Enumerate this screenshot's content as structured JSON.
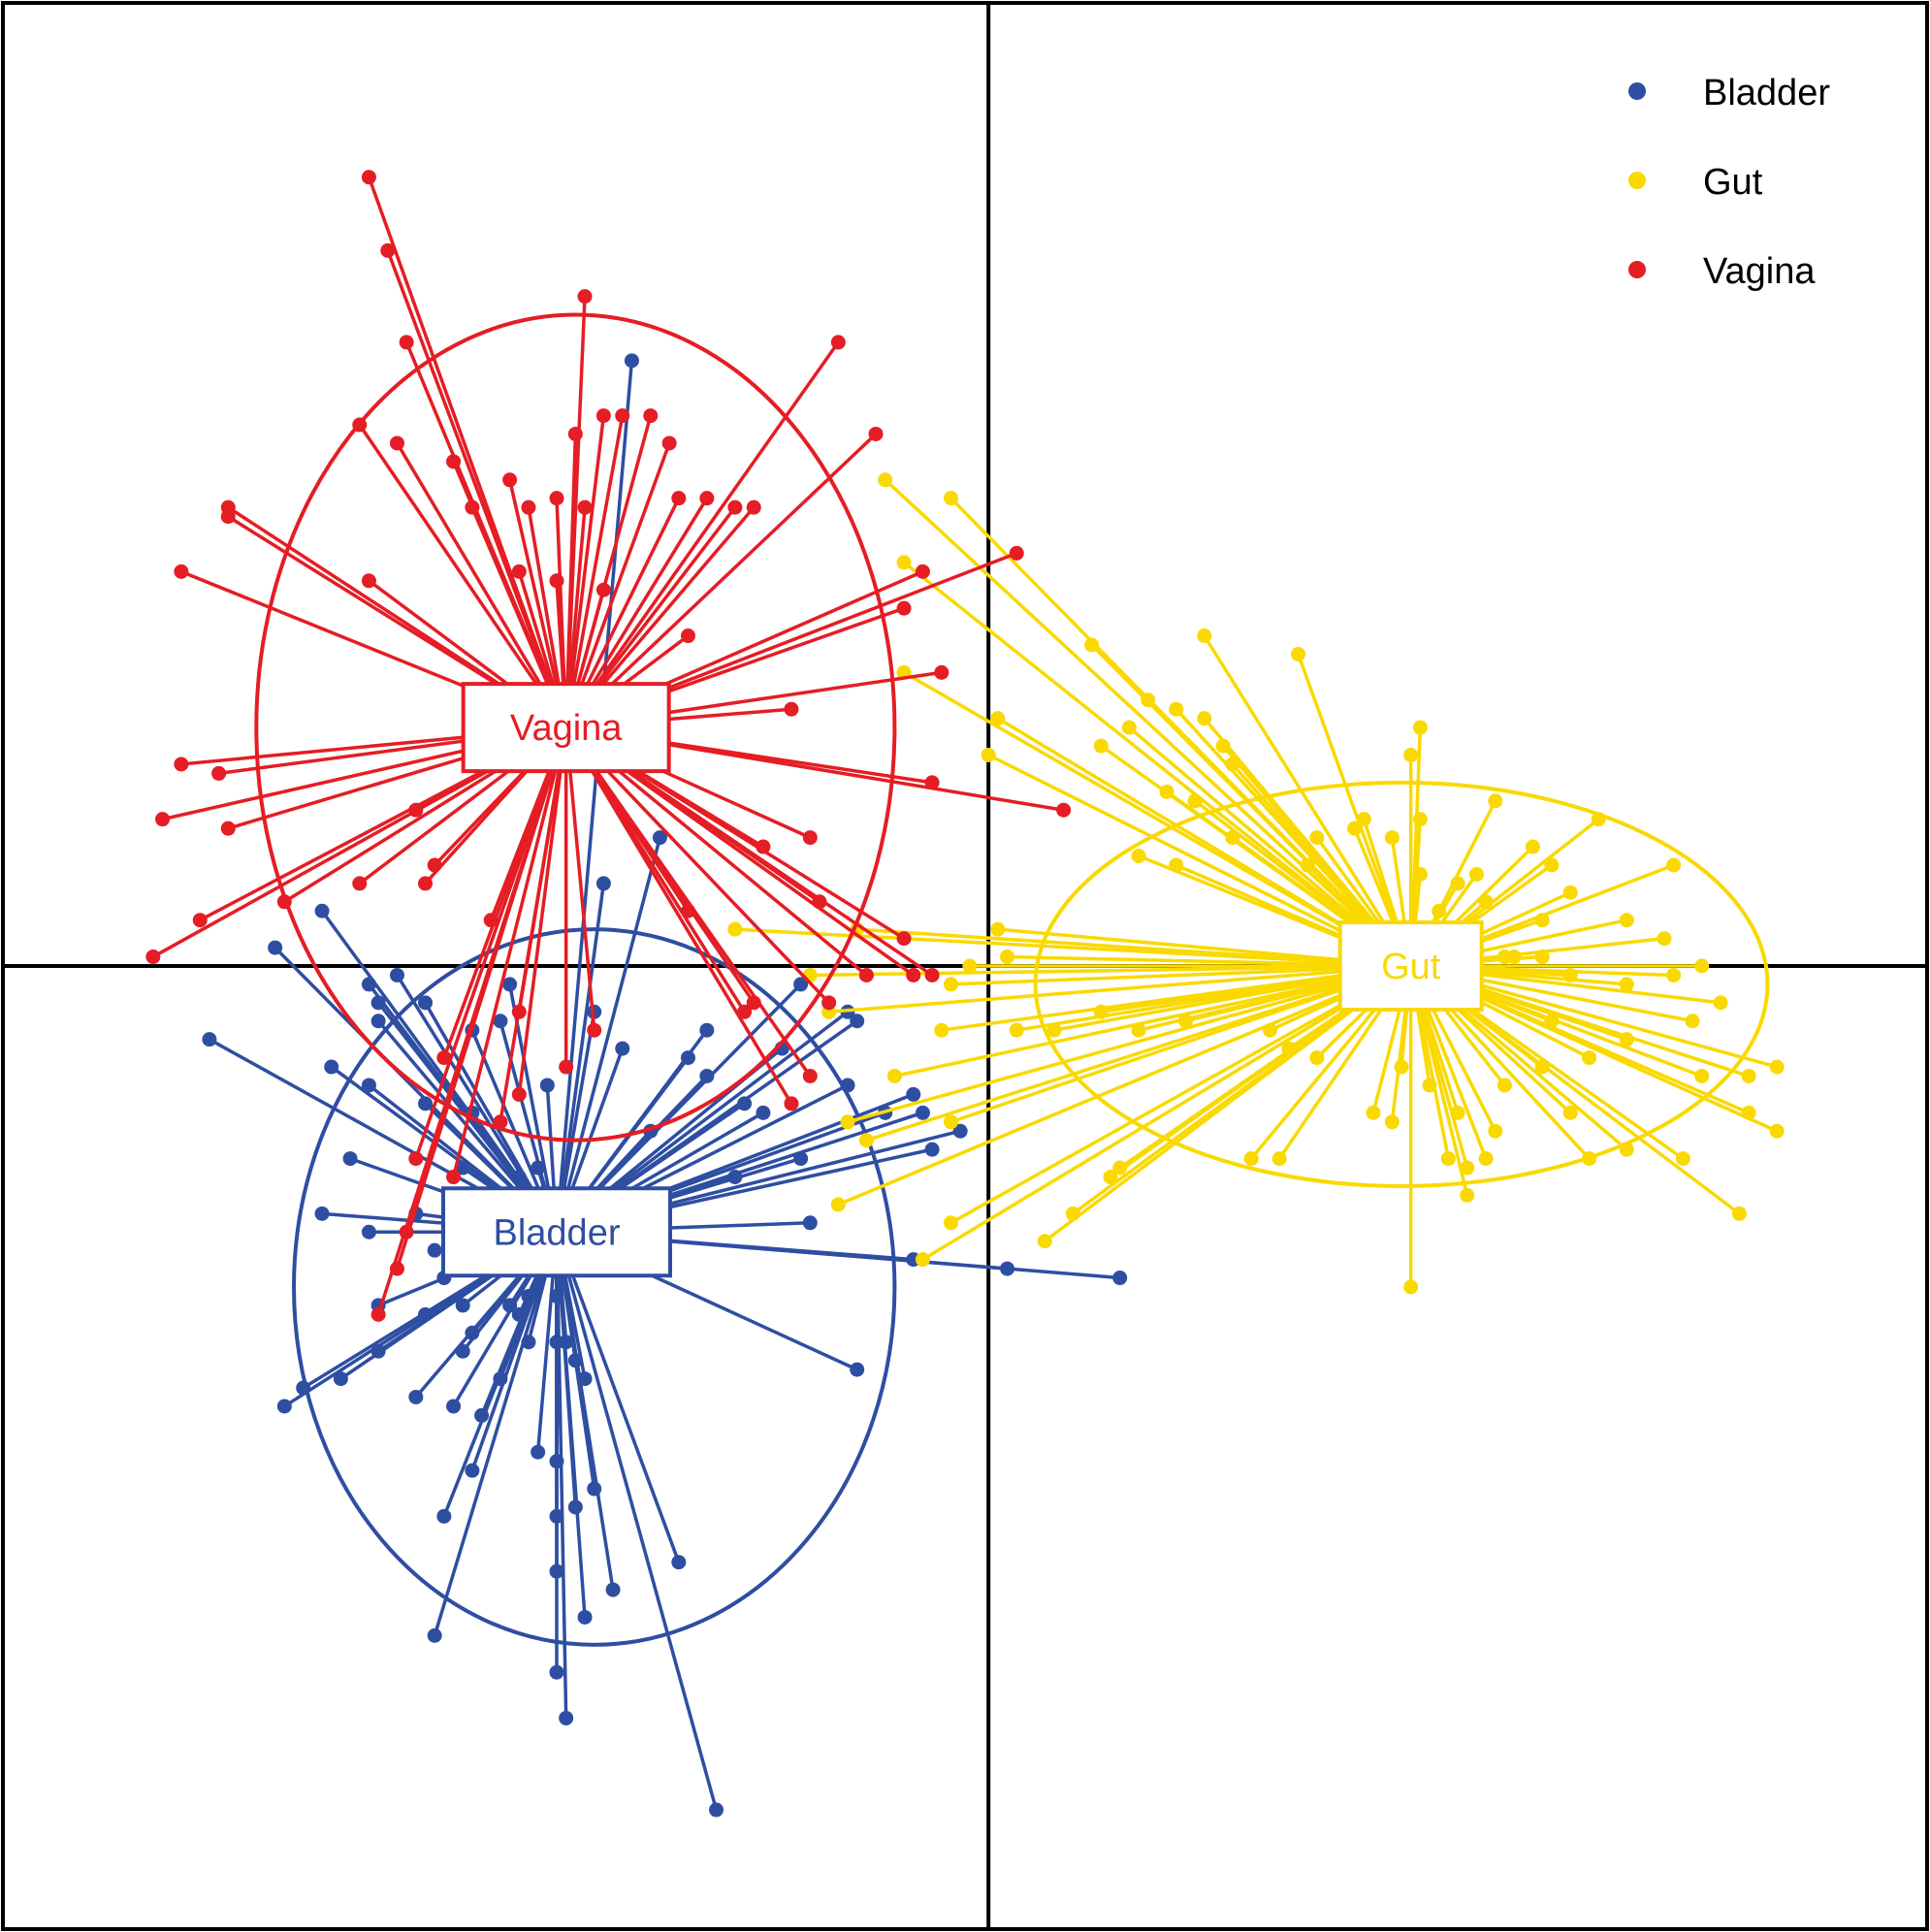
{
  "chart_data": {
    "type": "scatter",
    "subtype": "between-class PCA star plot with confidence ellipses",
    "title": "",
    "xlabel": "",
    "ylabel": "",
    "xlim": [
      -10.5,
      10
    ],
    "ylim": [
      -10.5,
      10.5
    ],
    "grid": false,
    "axes_lines_at_origin": true,
    "legend_position": "top-right",
    "legend": [
      {
        "name": "Bladder",
        "color": "#2e4ea2"
      },
      {
        "name": "Gut",
        "color": "#f9d900"
      },
      {
        "name": "Vagina",
        "color": "#e51d24"
      }
    ],
    "series": [
      {
        "name": "Bladder",
        "color": "#2e4ea2",
        "centroid": [
          -4.6,
          -2.9
        ],
        "ellipse": {
          "center": [
            -4.2,
            -3.5
          ],
          "rx": 3.2,
          "ry": 3.9,
          "angle": 0
        },
        "points": [
          [
            -3.8,
            6.6
          ],
          [
            -3.5,
            1.4
          ],
          [
            -4.1,
            0.9
          ],
          [
            -6.5,
            -0.4
          ],
          [
            -6.3,
            -0.1
          ],
          [
            -6.6,
            -0.2
          ],
          [
            -6.5,
            -0.6
          ],
          [
            -6.0,
            -0.4
          ],
          [
            -6.6,
            -1.3
          ],
          [
            -6.0,
            -1.5
          ],
          [
            -5.5,
            -1.6
          ],
          [
            -5.6,
            -2.2
          ],
          [
            -4.7,
            -1.3
          ],
          [
            -5.0,
            -2.3
          ],
          [
            -8.3,
            -0.8
          ],
          [
            -7.1,
            0.6
          ],
          [
            -7.6,
            0.2
          ],
          [
            -7.0,
            -1.1
          ],
          [
            -5.5,
            -0.7
          ],
          [
            -4.8,
            -2.2
          ],
          [
            -3.0,
            -0.7
          ],
          [
            -2.0,
            -0.2
          ],
          [
            -1.5,
            -0.5
          ],
          [
            -1.4,
            -0.6
          ],
          [
            -2.2,
            -0.9
          ],
          [
            -2.6,
            -1.5
          ],
          [
            -3.6,
            -1.8
          ],
          [
            -2.7,
            -2.3
          ],
          [
            -2.0,
            -2.1
          ],
          [
            -1.5,
            -1.3
          ],
          [
            -0.8,
            -1.4
          ],
          [
            -0.7,
            -1.6
          ],
          [
            -0.3,
            -1.8
          ],
          [
            -0.8,
            -3.2
          ],
          [
            -1.9,
            -2.8
          ],
          [
            -1.4,
            -4.4
          ],
          [
            -6.8,
            -2.1
          ],
          [
            -7.1,
            -2.7
          ],
          [
            -6.6,
            -2.9
          ],
          [
            -6.1,
            -2.7
          ],
          [
            -5.9,
            -3.1
          ],
          [
            -5.8,
            -3.4
          ],
          [
            -5.6,
            -3.7
          ],
          [
            -5.5,
            -4.0
          ],
          [
            -5.1,
            -3.7
          ],
          [
            -5.0,
            -3.8
          ],
          [
            -4.9,
            -3.6
          ],
          [
            -4.9,
            -4.1
          ],
          [
            -4.6,
            -3.6
          ],
          [
            -4.6,
            -4.1
          ],
          [
            -4.5,
            -4.1
          ],
          [
            -4.4,
            -4.3
          ],
          [
            -4.3,
            -4.5
          ],
          [
            -4.2,
            -5.7
          ],
          [
            -4.4,
            -5.9
          ],
          [
            -4.6,
            -6.0
          ],
          [
            -4.8,
            -5.3
          ],
          [
            -4.6,
            -5.4
          ],
          [
            -5.5,
            -5.5
          ],
          [
            -5.8,
            -6.0
          ],
          [
            -6.5,
            -3.7
          ],
          [
            -6.0,
            -3.8
          ],
          [
            -5.6,
            -4.2
          ],
          [
            -5.7,
            -4.8
          ],
          [
            -5.4,
            -4.9
          ],
          [
            -5.2,
            -4.5
          ],
          [
            -7.5,
            -4.8
          ],
          [
            -6.9,
            -4.5
          ],
          [
            -6.5,
            -4.2
          ],
          [
            -6.1,
            -4.7
          ],
          [
            -7.3,
            -4.6
          ],
          [
            -4.0,
            -6.8
          ],
          [
            -4.3,
            -7.1
          ],
          [
            -4.6,
            -7.7
          ],
          [
            -4.5,
            -8.2
          ],
          [
            -5.9,
            -7.3
          ],
          [
            -4.6,
            -6.6
          ],
          [
            -3.3,
            -6.5
          ],
          [
            -2.9,
            -9.2
          ],
          [
            -0.6,
            -2.0
          ],
          [
            0.2,
            -3.3
          ],
          [
            1.4,
            -3.4
          ],
          [
            -3.2,
            -1.0
          ],
          [
            -3.0,
            -1.2
          ],
          [
            -2.4,
            -1.6
          ],
          [
            -1.1,
            -1.6
          ],
          [
            -4.2,
            -0.5
          ],
          [
            -3.9,
            -0.9
          ],
          [
            -5.2,
            -0.6
          ],
          [
            -5.1,
            -0.2
          ]
        ]
      },
      {
        "name": "Gut",
        "color": "#f9d900",
        "centroid": [
          4.5,
          0.0
        ],
        "ellipse": {
          "center": [
            4.4,
            -0.2
          ],
          "rx": 3.9,
          "ry": 2.2,
          "angle": 0
        },
        "points": [
          [
            -1.1,
            5.3
          ],
          [
            -0.4,
            5.1
          ],
          [
            -0.9,
            4.4
          ],
          [
            -0.9,
            3.2
          ],
          [
            1.1,
            3.5
          ],
          [
            2.3,
            3.6
          ],
          [
            3.3,
            3.4
          ],
          [
            1.7,
            2.9
          ],
          [
            2.0,
            2.8
          ],
          [
            2.3,
            2.7
          ],
          [
            2.5,
            2.4
          ],
          [
            2.6,
            2.2
          ],
          [
            4.3,
            1.4
          ],
          [
            3.4,
            1.1
          ],
          [
            3.5,
            1.4
          ],
          [
            3.9,
            1.5
          ],
          [
            4.0,
            1.6
          ],
          [
            4.5,
            2.3
          ],
          [
            4.6,
            2.6
          ],
          [
            4.6,
            1.6
          ],
          [
            5.4,
            1.8
          ],
          [
            5.6,
            0.1
          ],
          [
            7.3,
            1.1
          ],
          [
            6.5,
            1.6
          ],
          [
            6.0,
            1.1
          ],
          [
            5.8,
            1.3
          ],
          [
            5.2,
            1.0
          ],
          [
            5.0,
            0.9
          ],
          [
            4.6,
            1.0
          ],
          [
            2.6,
            1.4
          ],
          [
            2.0,
            1.1
          ],
          [
            1.6,
            1.2
          ],
          [
            4.3,
            0.4
          ],
          [
            4.8,
            0.6
          ],
          [
            5.3,
            0.7
          ],
          [
            5.9,
            0.5
          ],
          [
            6.2,
            0.8
          ],
          [
            6.8,
            0.5
          ],
          [
            7.2,
            0.3
          ],
          [
            7.6,
            0.0
          ],
          [
            7.3,
            -0.1
          ],
          [
            6.8,
            -0.2
          ],
          [
            6.2,
            -0.1
          ],
          [
            5.9,
            0.1
          ],
          [
            5.5,
            0.1
          ],
          [
            5.2,
            0.2
          ],
          [
            7.5,
            -0.6
          ],
          [
            7.8,
            -0.4
          ],
          [
            6.8,
            -0.8
          ],
          [
            6.4,
            -1.0
          ],
          [
            6.0,
            -0.6
          ],
          [
            5.9,
            -1.1
          ],
          [
            5.5,
            -1.3
          ],
          [
            5.4,
            -1.8
          ],
          [
            5.0,
            -1.6
          ],
          [
            4.7,
            -1.3
          ],
          [
            4.4,
            -1.1
          ],
          [
            4.1,
            -1.6
          ],
          [
            3.5,
            -1.0
          ],
          [
            3.2,
            -0.9
          ],
          [
            3.0,
            -0.7
          ],
          [
            2.1,
            -0.6
          ],
          [
            1.6,
            -0.7
          ],
          [
            1.2,
            -0.5
          ],
          [
            0.7,
            -0.7
          ],
          [
            0.3,
            -0.7
          ],
          [
            -0.5,
            -0.7
          ],
          [
            -1.0,
            -1.2
          ],
          [
            -1.7,
            -0.5
          ],
          [
            -0.4,
            -0.2
          ],
          [
            -1.9,
            -0.1
          ],
          [
            -0.2,
            0.0
          ],
          [
            0.2,
            0.1
          ],
          [
            0.1,
            0.4
          ],
          [
            -1.4,
            0.4
          ],
          [
            -2.7,
            0.4
          ],
          [
            1.9,
            1.9
          ],
          [
            1.5,
            2.6
          ],
          [
            2.2,
            1.8
          ],
          [
            1.2,
            2.4
          ],
          [
            0.1,
            2.7
          ],
          [
            0.0,
            2.3
          ],
          [
            -1.5,
            -1.7
          ],
          [
            -0.4,
            -1.7
          ],
          [
            -1.3,
            -1.9
          ],
          [
            -1.6,
            -2.6
          ],
          [
            -0.4,
            -2.8
          ],
          [
            -0.7,
            -3.2
          ],
          [
            0.6,
            -3.0
          ],
          [
            1.3,
            -2.3
          ],
          [
            0.9,
            -2.7
          ],
          [
            1.4,
            -2.2
          ],
          [
            2.8,
            -2.1
          ],
          [
            3.1,
            -2.1
          ],
          [
            4.3,
            -1.7
          ],
          [
            4.5,
            -3.5
          ],
          [
            4.9,
            -2.1
          ],
          [
            5.1,
            -2.2
          ],
          [
            5.3,
            -2.1
          ],
          [
            5.1,
            -2.5
          ],
          [
            6.2,
            -1.6
          ],
          [
            6.4,
            -2.1
          ],
          [
            6.8,
            -2.0
          ],
          [
            7.6,
            -1.2
          ],
          [
            8.1,
            -1.2
          ],
          [
            8.4,
            -1.1
          ],
          [
            8.4,
            -1.8
          ],
          [
            8.0,
            -2.7
          ],
          [
            7.4,
            -2.1
          ],
          [
            8.1,
            -1.6
          ]
        ]
      },
      {
        "name": "Vagina",
        "color": "#e51d24",
        "centroid": [
          -4.5,
          2.6
        ],
        "ellipse": {
          "center": [
            -4.4,
            2.6
          ],
          "rx": 3.4,
          "ry": 4.5,
          "angle": 0
        },
        "points": [
          [
            -6.6,
            8.6
          ],
          [
            -6.4,
            7.8
          ],
          [
            -4.3,
            7.3
          ],
          [
            -6.2,
            6.8
          ],
          [
            -1.6,
            6.8
          ],
          [
            -4.1,
            6.0
          ],
          [
            -3.9,
            6.0
          ],
          [
            -3.6,
            6.0
          ],
          [
            -6.7,
            5.9
          ],
          [
            -6.3,
            5.7
          ],
          [
            -4.4,
            5.8
          ],
          [
            -3.4,
            5.7
          ],
          [
            -1.2,
            5.8
          ],
          [
            -5.7,
            5.5
          ],
          [
            -5.1,
            5.3
          ],
          [
            -5.5,
            5.0
          ],
          [
            -4.6,
            5.1
          ],
          [
            -4.3,
            5.0
          ],
          [
            -4.9,
            5.0
          ],
          [
            -3.0,
            5.1
          ],
          [
            -3.3,
            5.1
          ],
          [
            -2.7,
            5.0
          ],
          [
            -2.5,
            5.0
          ],
          [
            -8.1,
            5.0
          ],
          [
            -8.1,
            4.9
          ],
          [
            -8.6,
            4.3
          ],
          [
            -6.6,
            4.2
          ],
          [
            -5.0,
            4.3
          ],
          [
            -4.6,
            4.2
          ],
          [
            -4.1,
            4.1
          ],
          [
            -3.2,
            3.6
          ],
          [
            -0.7,
            4.3
          ],
          [
            -0.9,
            3.9
          ],
          [
            0.3,
            4.5
          ],
          [
            -0.5,
            3.2
          ],
          [
            -2.1,
            2.8
          ],
          [
            -0.6,
            2.0
          ],
          [
            -8.6,
            2.2
          ],
          [
            -8.2,
            2.1
          ],
          [
            -8.8,
            1.6
          ],
          [
            -8.1,
            1.5
          ],
          [
            -6.1,
            1.7
          ],
          [
            -5.9,
            1.1
          ],
          [
            -6.7,
            0.9
          ],
          [
            -8.4,
            0.5
          ],
          [
            -8.9,
            0.1
          ],
          [
            -7.5,
            0.7
          ],
          [
            -6.0,
            0.9
          ],
          [
            -5.3,
            0.5
          ],
          [
            -3.2,
            0.6
          ],
          [
            -2.4,
            1.3
          ],
          [
            -1.9,
            1.4
          ],
          [
            -1.8,
            0.7
          ],
          [
            -1.3,
            -0.1
          ],
          [
            -0.6,
            -0.1
          ],
          [
            -0.9,
            0.3
          ],
          [
            -1.7,
            -0.4
          ],
          [
            -2.6,
            -0.5
          ],
          [
            -1.9,
            -1.2
          ],
          [
            -2.1,
            -1.5
          ],
          [
            -4.2,
            -0.7
          ],
          [
            -4.5,
            -1.1
          ],
          [
            -5.0,
            -1.4
          ],
          [
            -5.2,
            -1.7
          ],
          [
            -5.7,
            -2.3
          ],
          [
            -6.1,
            -2.1
          ],
          [
            -6.2,
            -2.9
          ],
          [
            -6.5,
            -3.8
          ],
          [
            -6.3,
            -3.3
          ],
          [
            0.8,
            1.7
          ],
          [
            -0.8,
            -0.1
          ],
          [
            -2.5,
            -0.4
          ],
          [
            -5.0,
            -0.5
          ],
          [
            -5.8,
            -1.0
          ]
        ]
      }
    ]
  }
}
